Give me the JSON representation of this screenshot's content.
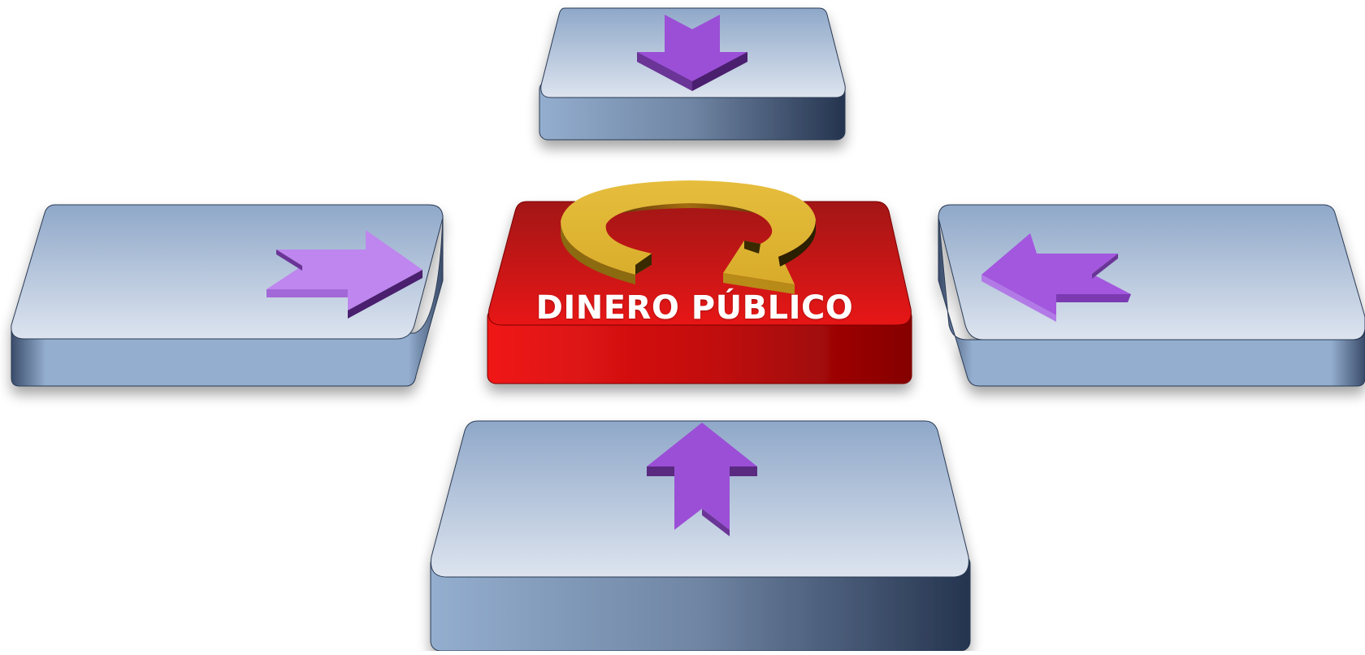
{
  "center": {
    "label": "DINERO PÚBLICO",
    "color": "#e01010",
    "cycle_icon": "circular-arrow-icon",
    "cycle_icon_color": "#e2b83a"
  },
  "blocks": [
    {
      "id": "top",
      "arrow_icon": "arrow-down-icon"
    },
    {
      "id": "left",
      "arrow_icon": "arrow-right-icon"
    },
    {
      "id": "right",
      "arrow_icon": "arrow-left-icon"
    },
    {
      "id": "bottom",
      "arrow_icon": "arrow-up-icon"
    }
  ],
  "colors": {
    "block_top": "#93aacb",
    "block_face": "#d8e0ec",
    "block_side_dark": "#2b3a55",
    "arrow": "#9b4fd6",
    "arrow_shadow": "#5a2a80"
  }
}
